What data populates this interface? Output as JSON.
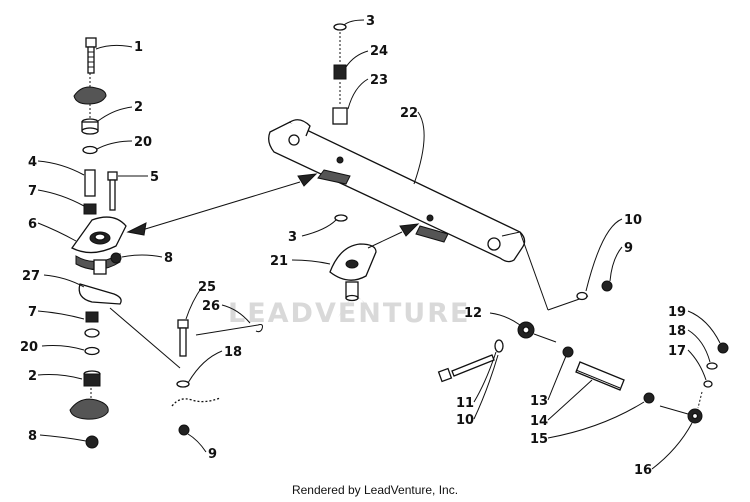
{
  "watermark": "LEADVENTURE",
  "footer": "Rendered by LeadVenture, Inc.",
  "callouts": [
    {
      "id": "c1",
      "text": "1"
    },
    {
      "id": "c2a",
      "text": "2"
    },
    {
      "id": "c20a",
      "text": "20"
    },
    {
      "id": "c4",
      "text": "4"
    },
    {
      "id": "c5",
      "text": "5"
    },
    {
      "id": "c7a",
      "text": "7"
    },
    {
      "id": "c6",
      "text": "6"
    },
    {
      "id": "c8a",
      "text": "8"
    },
    {
      "id": "c27",
      "text": "27"
    },
    {
      "id": "c7b",
      "text": "7"
    },
    {
      "id": "c20b",
      "text": "20"
    },
    {
      "id": "c2b",
      "text": "2"
    },
    {
      "id": "c8b",
      "text": "8"
    },
    {
      "id": "c25",
      "text": "25"
    },
    {
      "id": "c26",
      "text": "26"
    },
    {
      "id": "c18a",
      "text": "18"
    },
    {
      "id": "c9a",
      "text": "9"
    },
    {
      "id": "c3a",
      "text": "3"
    },
    {
      "id": "c24",
      "text": "24"
    },
    {
      "id": "c23",
      "text": "23"
    },
    {
      "id": "c22",
      "text": "22"
    },
    {
      "id": "c3b",
      "text": "3"
    },
    {
      "id": "c21",
      "text": "21"
    },
    {
      "id": "c10a",
      "text": "10"
    },
    {
      "id": "c9b",
      "text": "9"
    },
    {
      "id": "c12",
      "text": "12"
    },
    {
      "id": "c11",
      "text": "11"
    },
    {
      "id": "c10b",
      "text": "10"
    },
    {
      "id": "c13",
      "text": "13"
    },
    {
      "id": "c14",
      "text": "14"
    },
    {
      "id": "c15",
      "text": "15"
    },
    {
      "id": "c16",
      "text": "16"
    },
    {
      "id": "c19",
      "text": "19"
    },
    {
      "id": "c18b",
      "text": "18"
    },
    {
      "id": "c17",
      "text": "17"
    }
  ]
}
